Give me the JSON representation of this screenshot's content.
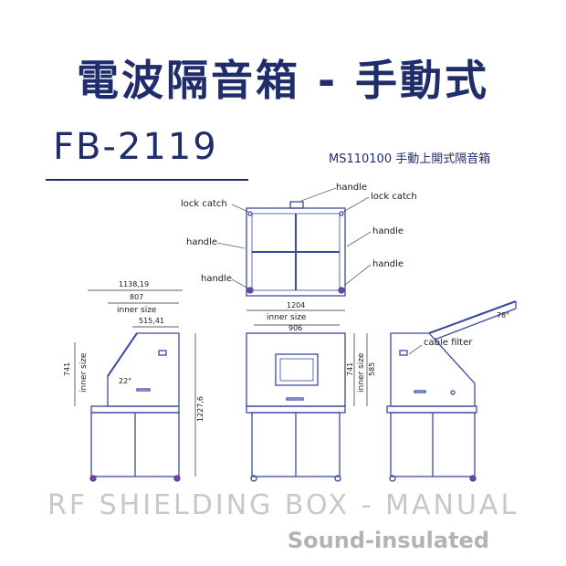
{
  "header": {
    "title": "電波隔音箱 - 手動式",
    "model": "FB-2119",
    "subtitle": "MS110100 手動上開式隔音箱"
  },
  "top_view": {
    "labels": {
      "handle_top": "handle",
      "lock_catch_left": "lock catch",
      "lock_catch_right": "lock catch",
      "handle_left": "handle",
      "handle_right_1": "handle",
      "handle_bottom_left": "handle",
      "handle_right_2": "handle"
    }
  },
  "side_view": {
    "dims": {
      "depth": "1138,19",
      "inner_width": "807",
      "inner_label": "inner size",
      "half": "515,41",
      "height_inner": "741",
      "height_inner_label": "inner size",
      "angle": "22°",
      "total_height": "1227,6"
    }
  },
  "front_view": {
    "dims": {
      "width": "1204",
      "inner_label": "inner size",
      "inner_width": "906",
      "height_inner": "741",
      "height_inner_label": "inner size",
      "height_2": "585"
    }
  },
  "open_view": {
    "labels": {
      "cable_filter": "cable filter",
      "angle": "78°"
    }
  },
  "footer": {
    "line1": "RF SHIELDING BOX - MANUAL",
    "line2": "Sound-insulated"
  },
  "colors": {
    "title": "#1f2d6b",
    "drawing": "#3a4aa0",
    "dim": "#2a2a2a",
    "footer": "#c0c0c0"
  }
}
